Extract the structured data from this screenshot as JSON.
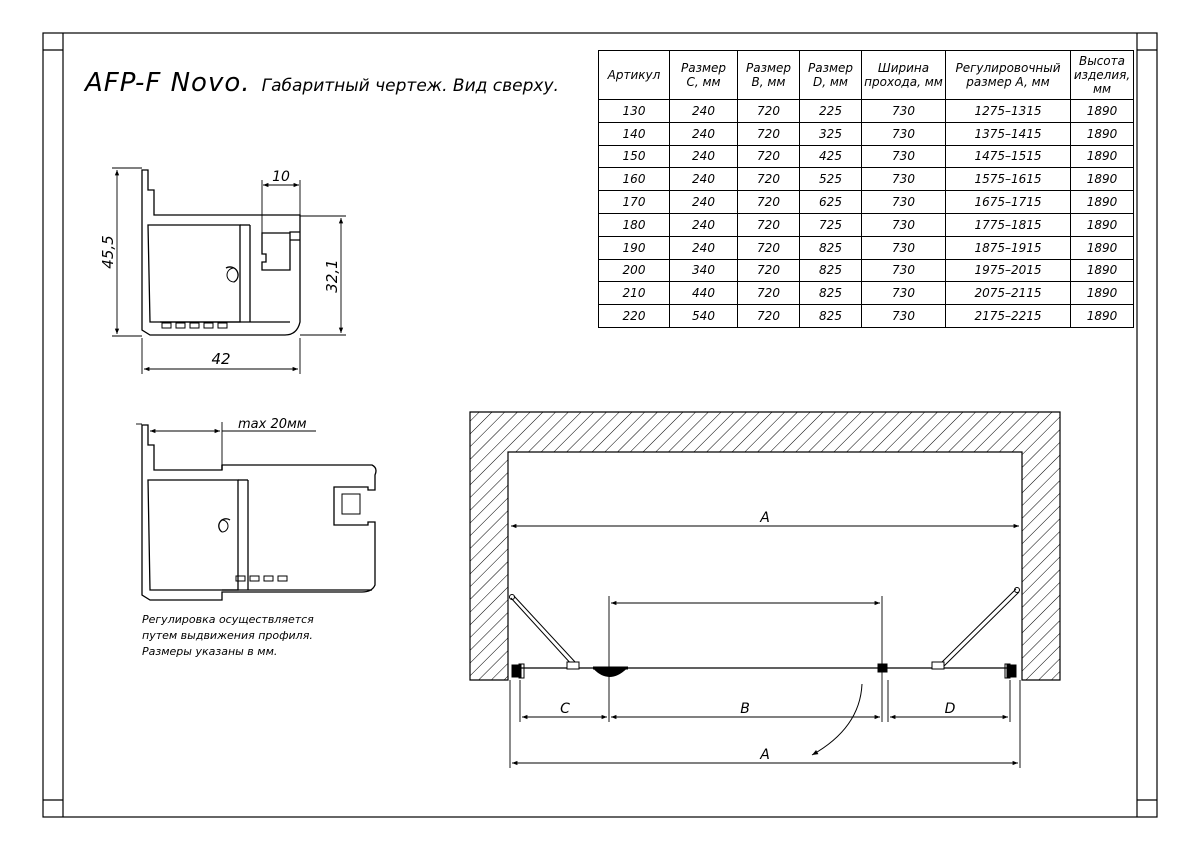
{
  "title": {
    "product": "AFP-F Novo.",
    "subtitle": "Габаритный чертеж. Вид сверху."
  },
  "table": {
    "headers": [
      [
        "Артикул"
      ],
      [
        "Размер",
        "C, мм"
      ],
      [
        "Размер",
        "B, мм"
      ],
      [
        "Размер",
        "D, мм"
      ],
      [
        "Ширина",
        "прохода, мм"
      ],
      [
        "Регулировочный",
        "размер A, мм"
      ],
      [
        "Высота",
        "изделия,",
        "мм"
      ]
    ],
    "rows": [
      [
        "130",
        "240",
        "720",
        "225",
        "730",
        "1275–1315",
        "1890"
      ],
      [
        "140",
        "240",
        "720",
        "325",
        "730",
        "1375–1415",
        "1890"
      ],
      [
        "150",
        "240",
        "720",
        "425",
        "730",
        "1475–1515",
        "1890"
      ],
      [
        "160",
        "240",
        "720",
        "525",
        "730",
        "1575–1615",
        "1890"
      ],
      [
        "170",
        "240",
        "720",
        "625",
        "730",
        "1675–1715",
        "1890"
      ],
      [
        "180",
        "240",
        "720",
        "725",
        "730",
        "1775–1815",
        "1890"
      ],
      [
        "190",
        "240",
        "720",
        "825",
        "730",
        "1875–1915",
        "1890"
      ],
      [
        "200",
        "340",
        "720",
        "825",
        "730",
        "1975–2015",
        "1890"
      ],
      [
        "210",
        "440",
        "720",
        "825",
        "730",
        "2075–2115",
        "1890"
      ],
      [
        "220",
        "540",
        "720",
        "825",
        "730",
        "2175–2215",
        "1890"
      ]
    ]
  },
  "profile_dims": {
    "width": "42",
    "height": "45,5",
    "inner_height": "32,1",
    "offset": "10",
    "max_ext": "max 20мм"
  },
  "plan_labels": {
    "a_top": "A",
    "a_bottom": "A",
    "c": "C",
    "b": "B",
    "d": "D"
  },
  "note": [
    "Регулировка осуществляется",
    "путем выдвижения профиля.",
    "Размеры указаны в мм."
  ]
}
